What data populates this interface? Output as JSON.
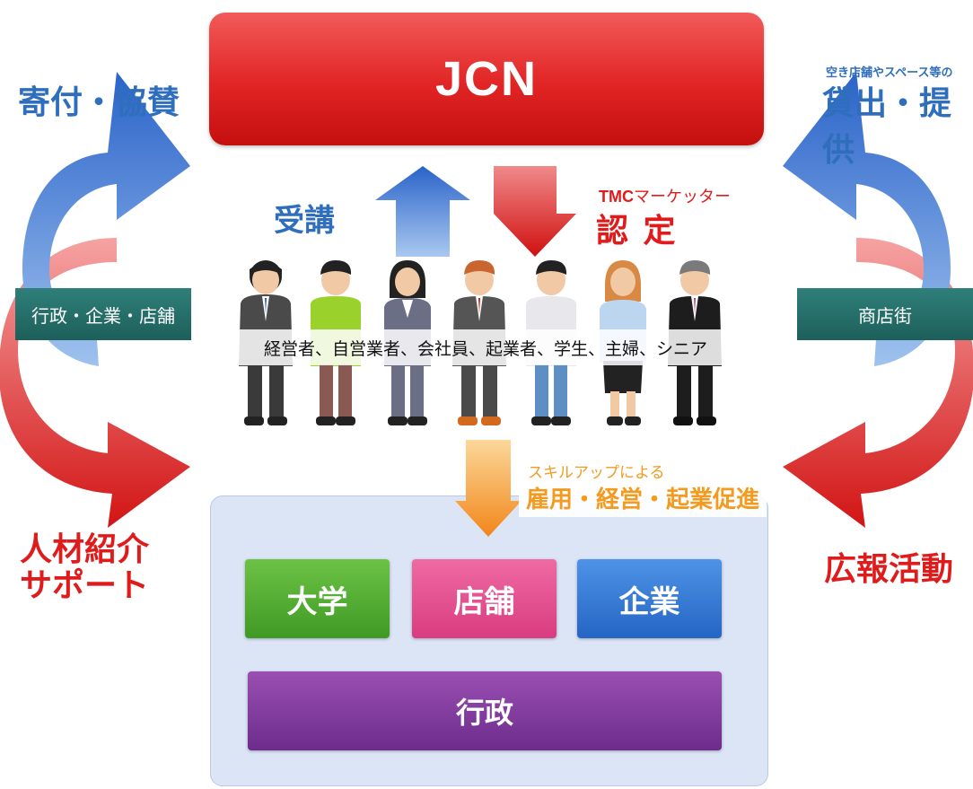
{
  "top": {
    "title": "JCN"
  },
  "left": {
    "top_label": "寄付・協賛",
    "band_label": "行政・企業・店舗",
    "bottom_label_line1": "人材紹介",
    "bottom_label_line2": "サポート"
  },
  "right": {
    "top_small": "空き店舗やスペース等の",
    "top_label": "貸出・提供",
    "band_label": "商店街",
    "bottom_label": "広報活動"
  },
  "center": {
    "up_label": "受講",
    "cert_small_prefix": "TMC",
    "cert_small_suffix": "マーケッター",
    "cert_big": "認 定",
    "people_caption": "経営者、自営業者、会社員、起業者、学生、主婦、シニア",
    "skill_small": "スキルアップによる",
    "skill_big": "雇用・経営・起業促進"
  },
  "boxes": {
    "university": "大学",
    "shop": "店舗",
    "company": "企業",
    "government": "行政"
  },
  "colors": {
    "red": "#e01b1b",
    "blue": "#2f6ebd",
    "orange": "#f39a1f",
    "teal": "#1d5f5a"
  }
}
